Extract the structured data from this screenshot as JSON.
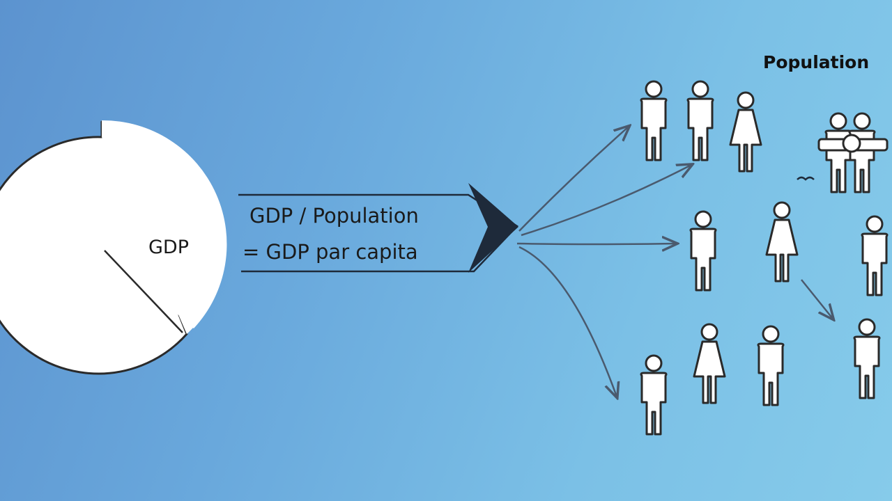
{
  "pie": {
    "label": "GDP"
  },
  "formula": {
    "line1": "GDP / Population",
    "line2": "= GDP par capita"
  },
  "population": {
    "title": "Population"
  },
  "colors": {
    "background_start": "#5c93cf",
    "background_end": "#86cbea",
    "figure_fill": "#ffffff",
    "outline": "#2a2a2a",
    "arrow": "#4a5a6e"
  },
  "icons": {
    "male": "male-person-icon",
    "female": "female-person-icon",
    "family": "family-group-icon",
    "small": "small-glyph-icon"
  }
}
